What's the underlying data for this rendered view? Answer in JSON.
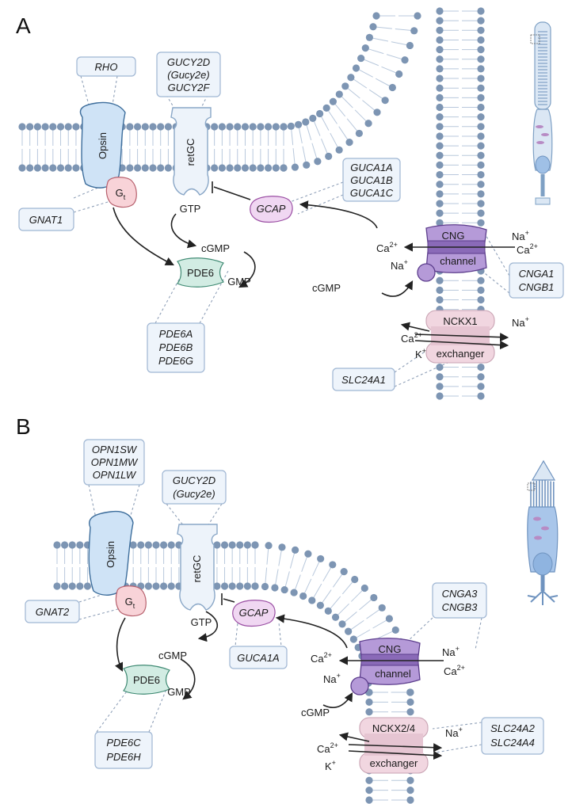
{
  "panels": [
    {
      "letter": "A",
      "opsin_label": "Opsin",
      "gc_label": "retGC",
      "gt_label": "G",
      "gt_sub": "t",
      "pde_label": "PDE6",
      "gcap_label": "GCAP",
      "cng_top": "CNG",
      "cng_bottom": "channel",
      "exch_top": "NCKX1",
      "exch_bottom": "exchanger",
      "gtp": "GTP",
      "cgmp": "cGMP",
      "gmp": "GMP",
      "cgmp_in": "cGMP",
      "ion_ca_out": "Ca",
      "ion_na_in": "Na",
      "ion_na_right": "Na",
      "ion_ca_right": "Ca",
      "ex_ca": "Ca",
      "ex_k": "K",
      "ex_na": "Na",
      "genes": {
        "opsin": [
          "RHO"
        ],
        "gc": [
          "GUCY2D",
          "(Gucy2e)",
          "GUCY2F"
        ],
        "gt": [
          "GNAT1"
        ],
        "gcap": [
          "GUCA1A",
          "GUCA1B",
          "GUCA1C"
        ],
        "pde": [
          "PDE6A",
          "PDE6B",
          "PDE6G"
        ],
        "cng": [
          "CNGA1",
          "CNGB1"
        ],
        "exch": [
          "SLC24A1"
        ]
      }
    },
    {
      "letter": "B",
      "opsin_label": "Opsin",
      "gc_label": "retGC",
      "gt_label": "G",
      "gt_sub": "t",
      "pde_label": "PDE6",
      "gcap_label": "GCAP",
      "cng_top": "CNG",
      "cng_bottom": "channel",
      "exch_top": "NCKX2/4",
      "exch_bottom": "exchanger",
      "gtp": "GTP",
      "cgmp": "cGMP",
      "gmp": "GMP",
      "cgmp_in": "cGMP",
      "ion_ca_out": "Ca",
      "ion_na_in": "Na",
      "ion_na_right": "Na",
      "ion_ca_right": "Ca",
      "ex_ca": "Ca",
      "ex_k": "K",
      "ex_na": "Na",
      "genes": {
        "opsin": [
          "OPN1SW",
          "OPN1MW",
          "OPN1LW"
        ],
        "gc": [
          "GUCY2D",
          "(Gucy2e)"
        ],
        "gt": [
          "GNAT2"
        ],
        "gcap": [
          "GUCA1A"
        ],
        "pde": [
          "PDE6C",
          "PDE6H"
        ],
        "cng": [
          "CNGA3",
          "CNGB3"
        ],
        "exch": [
          "SLC24A2",
          "SLC24A4"
        ]
      }
    }
  ],
  "superscripts": {
    "ca": "2+",
    "na": "+",
    "k": "+"
  },
  "colors": {
    "opsin": "#cfe3f6",
    "retgc": "#edf3fa",
    "gt": "#f8d3d8",
    "pde6": "#d2ece3",
    "gcap": "#f0d7f2",
    "cng": "#b59ad8",
    "exchanger": "#f1d6e0",
    "gene_box": "#eef4fb"
  }
}
